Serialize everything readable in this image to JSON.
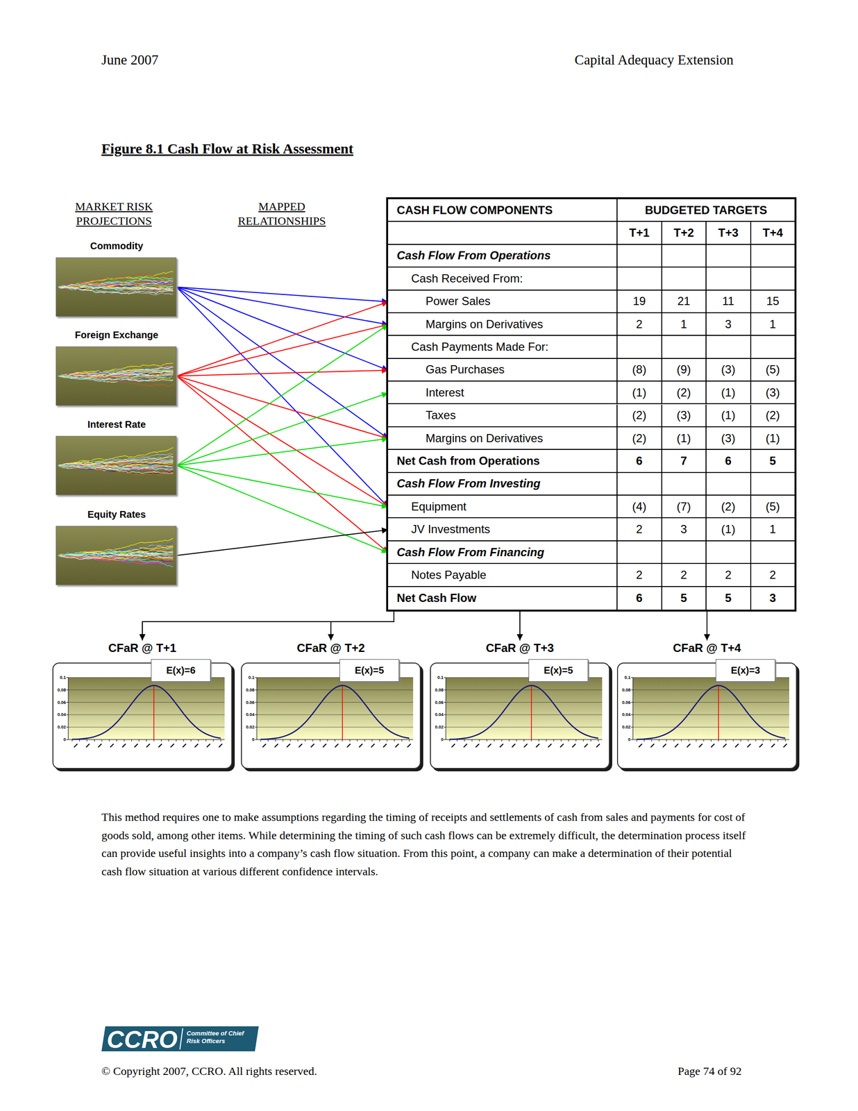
{
  "diagram": {
    "title": "Figure 8.1 Cash Flow at Risk Assessment",
    "nodes": [
      {
        "text": [
          "Commodity"
        ]
      },
      {
        "text": [
          "Foreign Exchange"
        ]
      },
      {
        "text": [
          "Interest Rate"
        ]
      },
      {
        "text": [
          "Equity Rates"
        ]
      },
      {
        "text": [
          "CASH FLOW COMPONENTS"
        ]
      },
      {
        "text": [
          "CASH FLOW COMPONENTS",
          "BUDGETED TARGETS"
        ],
        "in": 4
      },
      {
        "text": [
          "T+1",
          "T+2",
          "T+3",
          "T+4"
        ],
        "in": 4
      },
      {
        "text": [
          "Cash Flow From Operations"
        ],
        "in": 4
      },
      {
        "text": [
          "Cash Received From:"
        ],
        "in": 4
      },
      {
        "text": [
          "Power Sales",
          "19",
          "21",
          "11",
          "15"
        ],
        "in": 4
      },
      {
        "text": [
          "Margins on Derivatives",
          "2",
          "1",
          "3",
          "1"
        ],
        "in": 4
      },
      {
        "text": [
          "Cash Payments Made For:"
        ],
        "in": 4
      },
      {
        "text": [
          "Gas Purchases",
          "(8)",
          "(9)",
          "(3)",
          "(5)"
        ],
        "in": 4
      },
      {
        "text": [
          "Interest",
          "(1)",
          "(2)",
          "(1)",
          "(3)"
        ],
        "in": 4
      },
      {
        "text": [
          "Taxes",
          "(2)",
          "(3)",
          "(1)",
          "(2)"
        ],
        "in": 4
      },
      {
        "text": [
          "Margins on Derivatives",
          "(2)",
          "(1)",
          "(3)",
          "(1)"
        ],
        "in": 4
      },
      {
        "text": [
          "Net Cash from Operations",
          "6",
          "7",
          "6",
          "5"
        ],
        "in": 4
      },
      {
        "text": [
          "Cash Flow From Investing"
        ],
        "in": 4
      },
      {
        "text": [
          "Equipment",
          "(4)",
          "(7)",
          "(2)",
          "(5)"
        ],
        "in": 4
      },
      {
        "text": [
          "JV Investments",
          "2",
          "3",
          "(1)",
          "1"
        ],
        "in": 4
      },
      {
        "text": [
          "Cash Flow From Financing"
        ],
        "in": 4
      },
      {
        "text": [
          "Notes Payable",
          "2",
          "2",
          "2",
          "2"
        ],
        "in": 4
      },
      {
        "text": [
          "Net Cash Flow",
          "6",
          "5",
          "5",
          "3"
        ],
        "in": 4
      },
      {
        "text": [
          "CFaR @ T+1"
        ]
      },
      {
        "text": [
          "E(x)=6"
        ],
        "in": 23
      },
      {
        "text": [
          "CFaR @ T+2"
        ]
      },
      {
        "text": [
          "E(x)=5"
        ],
        "in": 25
      },
      {
        "text": [
          "CFaR @ T+3"
        ]
      },
      {
        "text": [
          "E(x)=5"
        ],
        "in": 27
      },
      {
        "text": [
          "CFaR @ T+4"
        ]
      },
      {
        "text": [
          "E(x)=3"
        ],
        "in": 29
      }
    ],
    "edges": [
      {
        "from": 0,
        "to": 9,
        "arrow": "to"
      },
      {
        "from": 0,
        "to": 10,
        "arrow": "to"
      },
      {
        "from": 0,
        "to": 12,
        "arrow": "to"
      },
      {
        "from": 0,
        "to": 15,
        "arrow": "to"
      },
      {
        "from": 0,
        "to": 18,
        "arrow": "to"
      },
      {
        "from": 1,
        "to": 9,
        "arrow": "to"
      },
      {
        "from": 1,
        "to": 10,
        "arrow": "to"
      },
      {
        "from": 1,
        "to": 12,
        "arrow": "to"
      },
      {
        "from": 1,
        "to": 15,
        "arrow": "to"
      },
      {
        "from": 1,
        "to": 18,
        "arrow": "to"
      },
      {
        "from": 1,
        "to": 20,
        "arrow": "to"
      },
      {
        "from": 2,
        "to": 10,
        "arrow": "to"
      },
      {
        "from": 2,
        "to": 13,
        "arrow": "to"
      },
      {
        "from": 2,
        "to": 15,
        "arrow": "to"
      },
      {
        "from": 2,
        "to": 18,
        "arrow": "to"
      },
      {
        "from": 2,
        "to": 20,
        "arrow": "to"
      },
      {
        "from": 3,
        "to": 19,
        "arrow": "to"
      },
      {
        "from": 22,
        "to": 23,
        "arrow": "to"
      },
      {
        "from": 22,
        "to": 25,
        "arrow": "to"
      },
      {
        "from": 22,
        "to": 27,
        "arrow": "to"
      },
      {
        "from": 22,
        "to": 29,
        "arrow": "to"
      }
    ],
    "labels": [
      "June 2007",
      "Capital Adequacy Extension",
      "MARKET RISK PROJECTIONS",
      "MAPPED RELATIONSHIPS",
      "This method requires one to make assumptions regarding the timing of receipts and settlements of cash from sales and payments for cost of goods sold, among other items. While determining the timing of such cash flows can be extremely difficult, the determination process itself can provide useful insights into a company’s cash flow situation. From this point, a company can make a determination of their potential cash flow situation at various different confidence intervals.",
      "CCRO",
      "Committee of Chief Risk Officers",
      "© Copyright 2007, CCRO. All rights reserved.",
      "Page 74 of 92",
      "0.1",
      "0.08",
      "0.06",
      "0.04",
      "0.02",
      "0",
      "0.1",
      "0.08",
      "0.06",
      "0.04",
      "0.02",
      "0",
      "0.1",
      "0.08",
      "0.06",
      "0.04",
      "0.02",
      "0",
      "0.1",
      "0.08",
      "0.06",
      "0.04",
      "0.02",
      "0"
    ]
  }
}
